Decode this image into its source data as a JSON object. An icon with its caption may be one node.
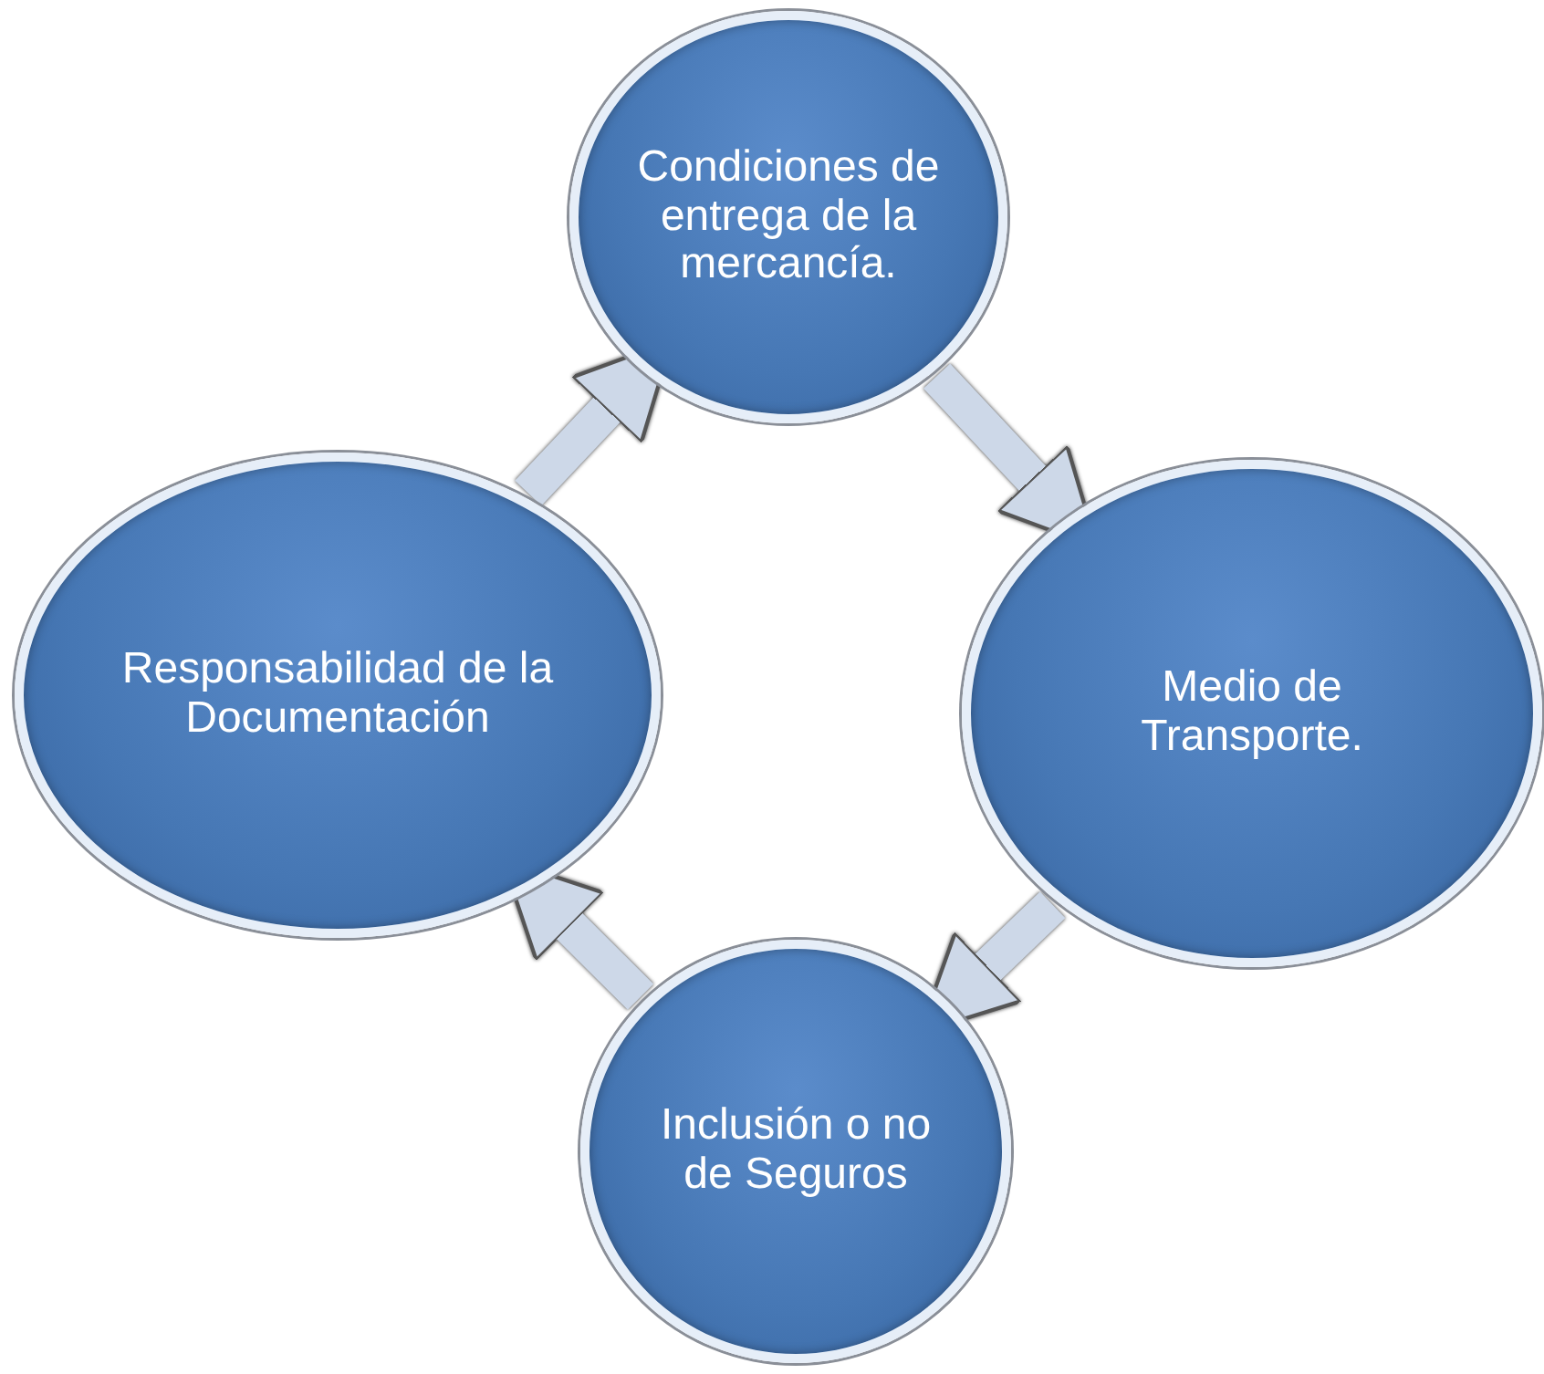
{
  "diagram": {
    "nodes": [
      {
        "text": [
          "Condiciones de entrega de la mercancía."
        ]
      },
      {
        "text": [
          "Medio de Transporte."
        ]
      },
      {
        "text": [
          "Inclusión o no de Seguros"
        ]
      },
      {
        "text": [
          "Responsabilidad de la Documentación"
        ]
      }
    ],
    "edges": [
      {
        "from": 0,
        "to": 1,
        "arrow": "to"
      },
      {
        "from": 1,
        "to": 2,
        "arrow": "to"
      },
      {
        "from": 2,
        "to": 3,
        "arrow": "to"
      },
      {
        "from": 3,
        "to": 0,
        "arrow": "to"
      }
    ]
  }
}
